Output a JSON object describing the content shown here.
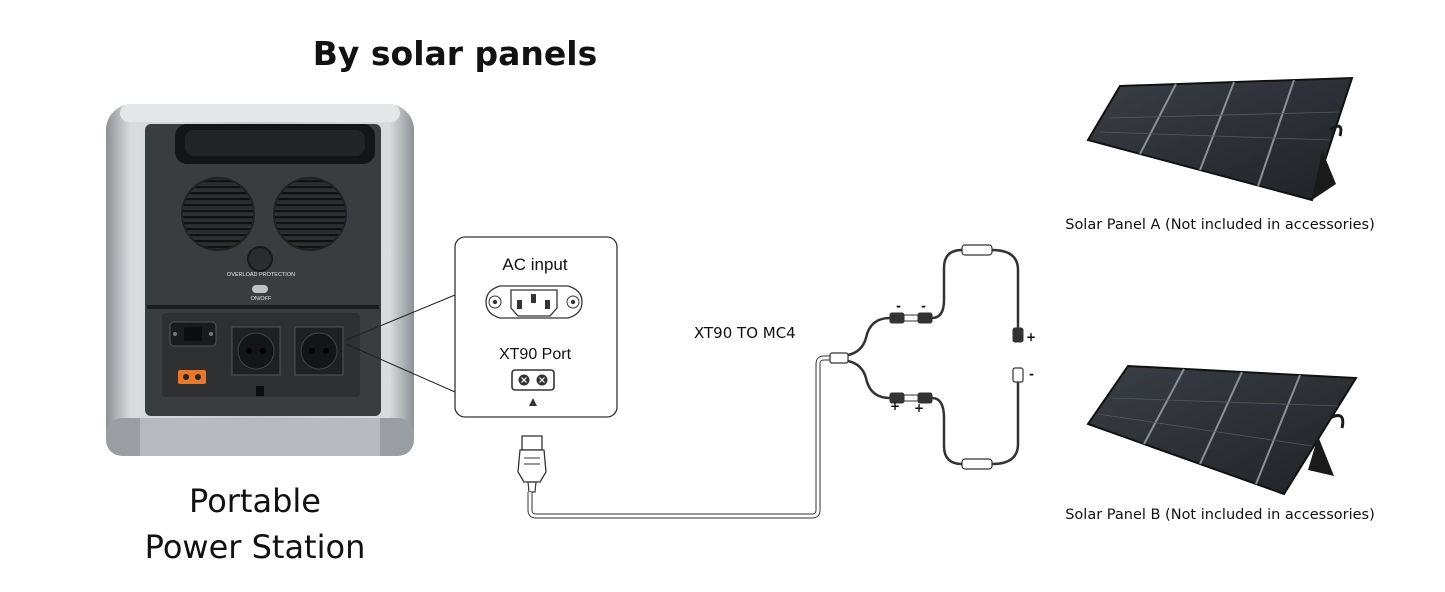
{
  "title": "By solar panels",
  "station": {
    "label_line1": "Portable",
    "label_line2": "Power Station",
    "overload_label": "OVERLOAD PROTECTION",
    "switch_label": "ON/OFF"
  },
  "inset": {
    "ac_label": "AC input",
    "xt90_label": "XT90 Port"
  },
  "cable": {
    "label": "XT90 TO MC4"
  },
  "panels": [
    {
      "label": "Solar Panel A (Not included in accessories)"
    },
    {
      "label": "Solar Panel B (Not included in accessories)"
    }
  ],
  "polarity": {
    "plus": "+",
    "minus": "-"
  },
  "colors": {
    "panel_cell": "#2a2d33",
    "station_body": "#3a3c3f",
    "station_frame": "#b9bcc0",
    "outlet_orange": "#e8762b"
  }
}
